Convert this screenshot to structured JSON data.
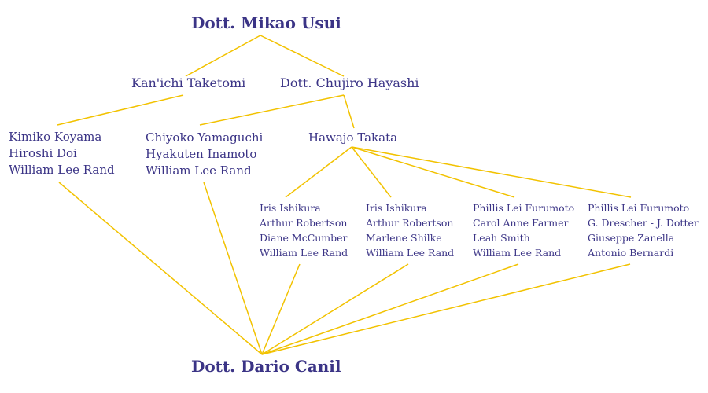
{
  "colors": {
    "text": "#3b3486",
    "line": "#f2c200",
    "background": "#ffffff"
  },
  "nodes": {
    "usui": {
      "lines": [
        "Dott. Mikao Usui"
      ]
    },
    "taketomi": {
      "lines": [
        "Kan'ichi Taketomi"
      ]
    },
    "hayashi": {
      "lines": [
        "Dott. Chujiro Hayashi"
      ]
    },
    "koyama": {
      "lines": [
        "Kimiko Koyama",
        "Hiroshi Doi",
        "William Lee Rand"
      ]
    },
    "yamaguchi": {
      "lines": [
        "Chiyoko Yamaguchi",
        "Hyakuten Inamoto",
        "William Lee Rand"
      ]
    },
    "takata": {
      "lines": [
        "Hawajo Takata"
      ]
    },
    "ishikura1": {
      "lines": [
        "Iris Ishikura",
        "Arthur Robertson",
        "Diane McCumber",
        "William Lee Rand"
      ]
    },
    "ishikura2": {
      "lines": [
        "Iris Ishikura",
        "Arthur Robertson",
        "Marlene Shilke",
        "William Lee Rand"
      ]
    },
    "furumoto1": {
      "lines": [
        "Phillis Lei Furumoto",
        "Carol Anne Farmer",
        "Leah Smith",
        "William Lee Rand"
      ]
    },
    "furumoto2": {
      "lines": [
        "Phillis Lei Furumoto",
        "G. Drescher - J. Dotter",
        "Giuseppe Zanella",
        "Antonio Bernardi"
      ]
    },
    "canil": {
      "lines": [
        "Dott. Dario Canil"
      ]
    }
  }
}
